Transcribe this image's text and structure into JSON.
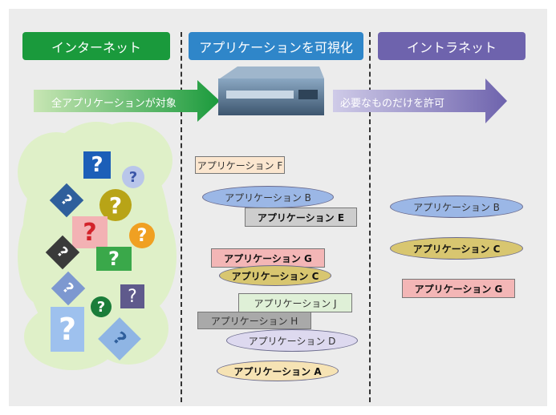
{
  "headers": {
    "internet": "インターネット",
    "visualize": "アプリケーションを可視化",
    "intranet": "イントラネット"
  },
  "arrows": {
    "left_label": "全アプリケーションが対象",
    "right_label": "必要なものだけを許可"
  },
  "middle_apps": [
    {
      "label": "アプリケーション F",
      "shape": "rect",
      "fill": "#fbe6cf",
      "bold": false
    },
    {
      "label": "アプリケーション B",
      "shape": "ellipse",
      "fill": "#9bb7e6",
      "bold": false
    },
    {
      "label": "アプリケーション E",
      "shape": "rect",
      "fill": "#cdcdcd",
      "bold": true
    },
    {
      "label": "アプリケーション G",
      "shape": "rect",
      "fill": "#f3b6b6",
      "bold": true
    },
    {
      "label": "アプリケーション C",
      "shape": "ellipse",
      "fill": "#d8c670",
      "bold": true
    },
    {
      "label": "アプリケーション J",
      "shape": "rect",
      "fill": "#dff0d7",
      "bold": false
    },
    {
      "label": "アプリケーション H",
      "shape": "rect",
      "fill": "#a9a9a9",
      "bold": false
    },
    {
      "label": "アプリケーション D",
      "shape": "ellipse",
      "fill": "#ddd9ef",
      "bold": false
    },
    {
      "label": "アプリケーション A",
      "shape": "ellipse",
      "fill": "#f6e3b4",
      "bold": true
    }
  ],
  "right_apps": [
    {
      "label": "アプリケーション B",
      "shape": "ellipse",
      "fill": "#9bb7e6",
      "bold": false
    },
    {
      "label": "アプリケーション C",
      "shape": "ellipse",
      "fill": "#d8c670",
      "bold": true
    },
    {
      "label": "アプリケーション G",
      "shape": "rect",
      "fill": "#f3b6b6",
      "bold": true
    }
  ],
  "question_mark": "?",
  "colors": {
    "internet": "#1a9a3c",
    "visualize": "#2f86c9",
    "intranet": "#6e63ad",
    "cloud": "#dff0c8"
  }
}
